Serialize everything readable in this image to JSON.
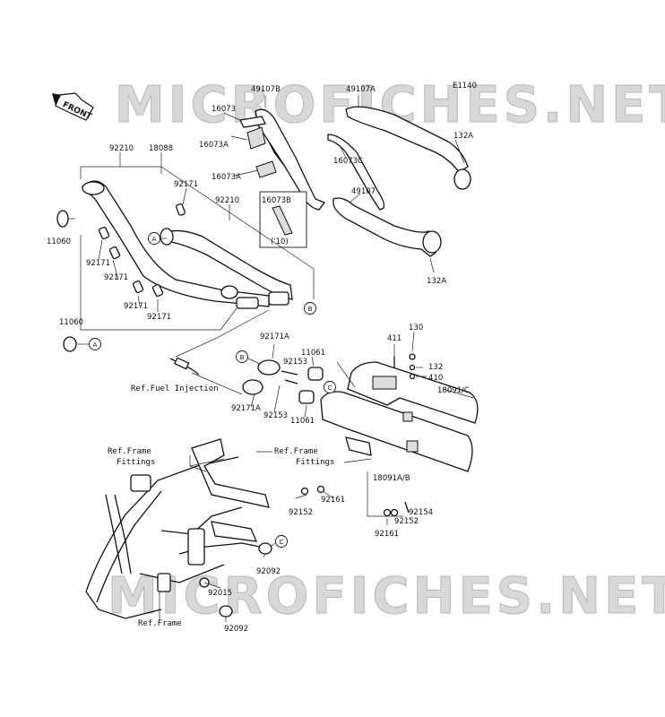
{
  "watermark": {
    "top": "MICROFICHES.NET",
    "bottom": "MICROFICHES.NET"
  },
  "figure_code": "E1140",
  "front_label": "FRONT",
  "part_labels": {
    "p49107B": "49107B",
    "p49107A": "49107A",
    "p16073": "16073",
    "p16073A_1": "16073A",
    "p16073A_2": "16073A",
    "p16073C": "16073C",
    "p16073B": "16073B",
    "p10": "('10)",
    "p49107": "49107",
    "p132A_1": "132A",
    "p132A_2": "132A",
    "p92210_1": "92210",
    "p92210_2": "92210",
    "p18088": "18088",
    "p92171_1": "92171",
    "p92171_2": "92171",
    "p92171_3": "92171",
    "p92171_4": "92171",
    "p92171_5": "92171",
    "p11060_1": "11060",
    "p11060_2": "11060",
    "p92171A_1": "92171A",
    "p92171A_2": "92171A",
    "p92153_1": "92153",
    "p92153_2": "92153",
    "p11061_1": "11061",
    "p11061_2": "11061",
    "p411": "411",
    "p130": "130",
    "p132": "132",
    "p410": "410",
    "p18091C": "18091/C",
    "p18091AB": "18091A/B",
    "p92161_1": "92161",
    "p92161_2": "92161",
    "p92152_1": "92152",
    "p92152_2": "92152",
    "p92154": "92154",
    "p92092_1": "92092",
    "p92092_2": "92092",
    "p92015": "92015"
  },
  "ref_labels": {
    "fuel_injection": "Ref.Fuel Injection",
    "frame_fittings_1_a": "Ref.Frame",
    "frame_fittings_1_b": "Fittings",
    "frame_fittings_2_a": "Ref.Frame",
    "frame_fittings_2_b": "Fittings",
    "frame": "Ref.Frame"
  },
  "callouts": {
    "A": "A",
    "B": "B",
    "C": "C"
  }
}
